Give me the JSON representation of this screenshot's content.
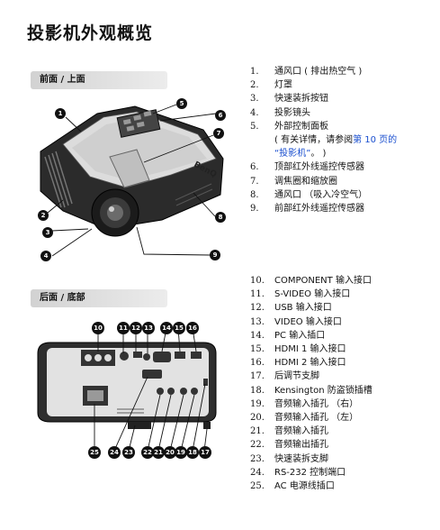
{
  "page": {
    "title": "投影机外观概览"
  },
  "front": {
    "heading": "前面 / 上面",
    "brand": "BenQ",
    "callouts": [
      "1",
      "2",
      "3",
      "4",
      "5",
      "6",
      "7",
      "8",
      "9"
    ],
    "items": [
      {
        "num": "1.",
        "text": "通风口 ( 排出热空气 )"
      },
      {
        "num": "2.",
        "text": "灯罩"
      },
      {
        "num": "3.",
        "text": "快速装拆按钮"
      },
      {
        "num": "4.",
        "text": "投影镜头"
      },
      {
        "num": "5.",
        "text": "外部控制面板"
      },
      {
        "num": "6.",
        "text": "顶部红外线遥控传感器"
      },
      {
        "num": "7.",
        "text": "调焦圈和缩放圈"
      },
      {
        "num": "8.",
        "text": "通风口 （吸入冷空气）"
      },
      {
        "num": "9.",
        "text": "前部红外线遥控传感器"
      }
    ],
    "note": {
      "prefix": "( 有关详情，请参阅",
      "link": "第 10 页的",
      "line2_link": "“投影机”",
      "line2_suffix": "。 )"
    }
  },
  "rear": {
    "heading": "后面 / 底部",
    "callouts_top": [
      "10",
      "11",
      "12",
      "13",
      "14",
      "15",
      "16"
    ],
    "callouts_bottom": [
      "25",
      "24",
      "23",
      "22",
      "21",
      "20",
      "19",
      "18",
      "17"
    ],
    "items": [
      {
        "num": "10.",
        "text": "COMPONENT 输入接口"
      },
      {
        "num": "11.",
        "text": "S-VIDEO 输入接口"
      },
      {
        "num": "12.",
        "text": "USB 输入接口"
      },
      {
        "num": "13.",
        "text": "VIDEO 输入接口"
      },
      {
        "num": "14.",
        "text": "PC 输入插口"
      },
      {
        "num": "15.",
        "text": "HDMI 1 输入接口"
      },
      {
        "num": "16.",
        "text": "HDMI 2 输入接口"
      },
      {
        "num": "17.",
        "text": "后调节支脚"
      },
      {
        "num": "18.",
        "text": "Kensington 防盗锁插槽"
      },
      {
        "num": "19.",
        "text": "音频输入插孔 （右）"
      },
      {
        "num": "20.",
        "text": "音频输入插孔 （左）"
      },
      {
        "num": "21.",
        "text": "音频输入插孔"
      },
      {
        "num": "22.",
        "text": "音频输出插孔"
      },
      {
        "num": "23.",
        "text": "快速装拆支脚"
      },
      {
        "num": "24.",
        "text": "RS-232 控制端口"
      },
      {
        "num": "25.",
        "text": "AC 电源线插口"
      }
    ]
  }
}
